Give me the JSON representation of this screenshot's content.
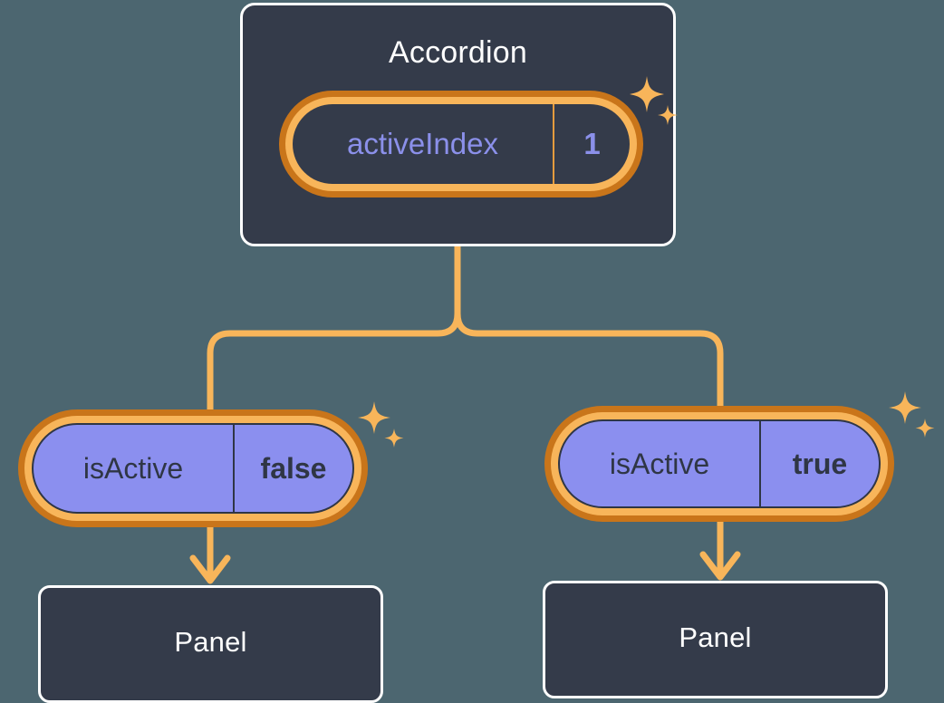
{
  "diagram": {
    "title": "Accordion component tree",
    "background_color": "#4c6670",
    "accent_orange": "#f8b55a",
    "accent_orange_dark": "#c9751a",
    "node_fill": "#343b4a",
    "prop_fill_purple": "#8b8fef",
    "prop_text_periwinkle": "#8b90ea",
    "node_text_color": "#ffffff"
  },
  "root": {
    "name": "accordion-node",
    "label": "Accordion",
    "prop": {
      "key": "activeIndex",
      "value": "1",
      "highlighted": true
    },
    "sparkle": "sparkle-icon"
  },
  "children": [
    {
      "name": "panel-branch-left",
      "prop": {
        "key": "isActive",
        "value": "false",
        "highlighted": true
      },
      "sparkle": "sparkle-icon",
      "child": {
        "name": "panel-node-left",
        "label": "Panel"
      }
    },
    {
      "name": "panel-branch-right",
      "prop": {
        "key": "isActive",
        "value": "true",
        "highlighted": true
      },
      "sparkle": "sparkle-icon",
      "child": {
        "name": "panel-node-right",
        "label": "Panel"
      }
    }
  ]
}
